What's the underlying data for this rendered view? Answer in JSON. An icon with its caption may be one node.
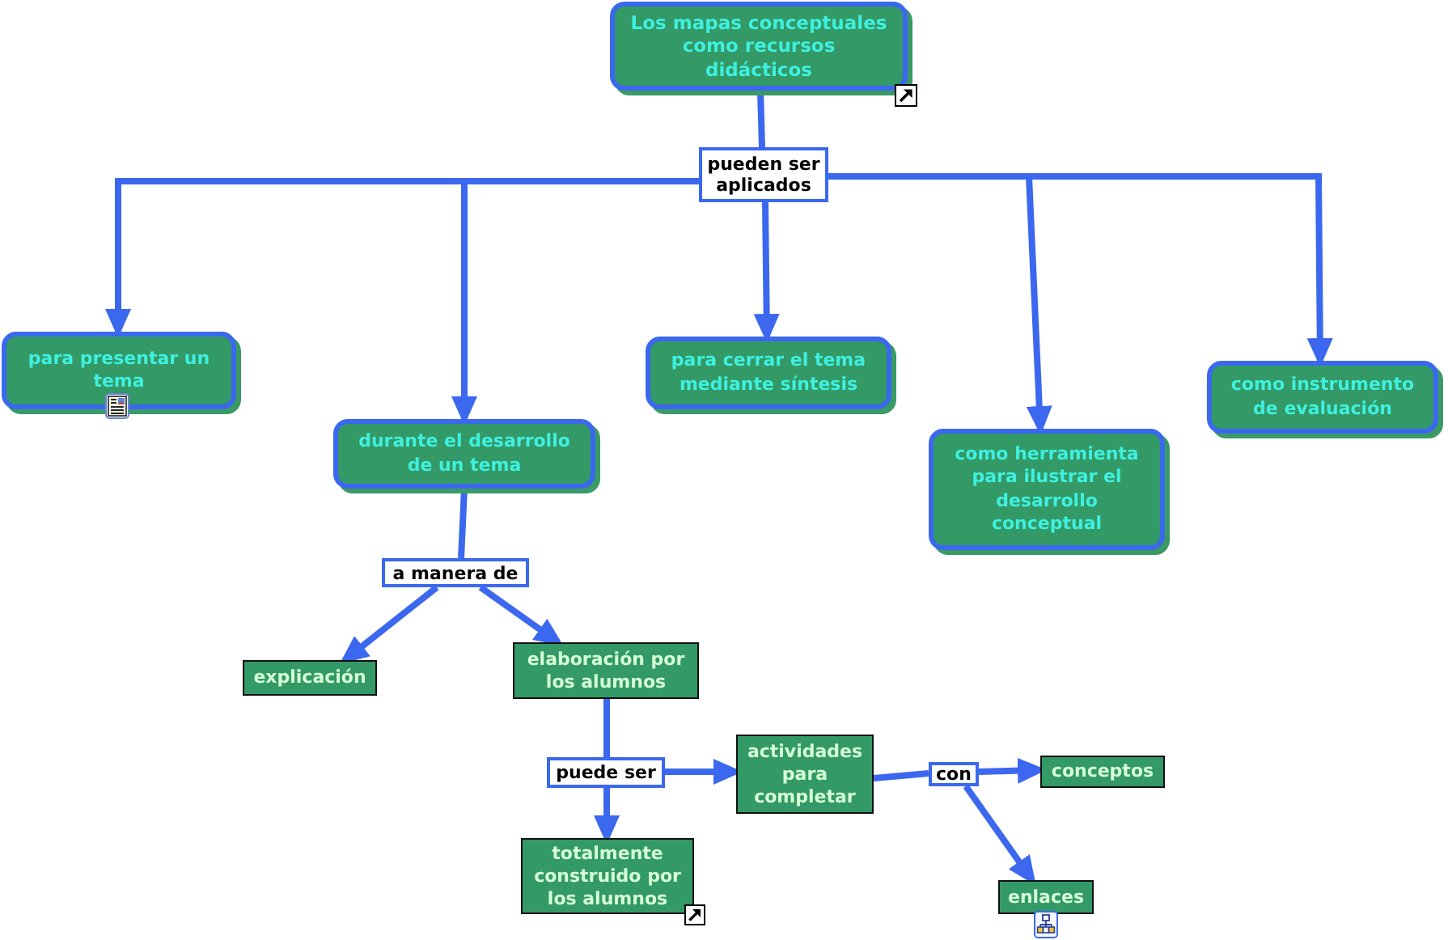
{
  "diagram": {
    "nodes": [
      {
        "text": [
          "Los mapas conceptuales como recursos didácticos"
        ]
      },
      {
        "text": [
          "pueden ser aplicados"
        ]
      },
      {
        "text": [
          "para presentar un tema"
        ]
      },
      {
        "text": [
          "durante el desarrollo de un tema"
        ]
      },
      {
        "text": [
          "para cerrar el tema mediante síntesis"
        ]
      },
      {
        "text": [
          "como herramienta para ilustrar el desarrollo conceptual"
        ]
      },
      {
        "text": [
          "como instrumento de evaluación"
        ]
      },
      {
        "text": [
          "a manera de"
        ]
      },
      {
        "text": [
          "explicación"
        ]
      },
      {
        "text": [
          "elaboración por los alumnos"
        ]
      },
      {
        "text": [
          "puede ser"
        ]
      },
      {
        "text": [
          "totalmente construido por los alumnos"
        ]
      },
      {
        "text": [
          "actividades para completar"
        ]
      },
      {
        "text": [
          "con"
        ]
      },
      {
        "text": [
          "conceptos"
        ]
      },
      {
        "text": [
          "enlaces"
        ]
      }
    ],
    "edges": [
      {
        "from": 0,
        "to": 1,
        "arrow": "none"
      },
      {
        "from": 1,
        "to": 2,
        "arrow": "to"
      },
      {
        "from": 1,
        "to": 3,
        "arrow": "to"
      },
      {
        "from": 1,
        "to": 4,
        "arrow": "to"
      },
      {
        "from": 1,
        "to": 5,
        "arrow": "to"
      },
      {
        "from": 1,
        "to": 6,
        "arrow": "to"
      },
      {
        "from": 3,
        "to": 7,
        "arrow": "none"
      },
      {
        "from": 7,
        "to": 8,
        "arrow": "to"
      },
      {
        "from": 7,
        "to": 9,
        "arrow": "to"
      },
      {
        "from": 9,
        "to": 10,
        "arrow": "none"
      },
      {
        "from": 10,
        "to": 11,
        "arrow": "to"
      },
      {
        "from": 10,
        "to": 12,
        "arrow": "to"
      },
      {
        "from": 12,
        "to": 13,
        "arrow": "none"
      },
      {
        "from": 13,
        "to": 14,
        "arrow": "to"
      },
      {
        "from": 13,
        "to": 15,
        "arrow": "to"
      }
    ]
  }
}
